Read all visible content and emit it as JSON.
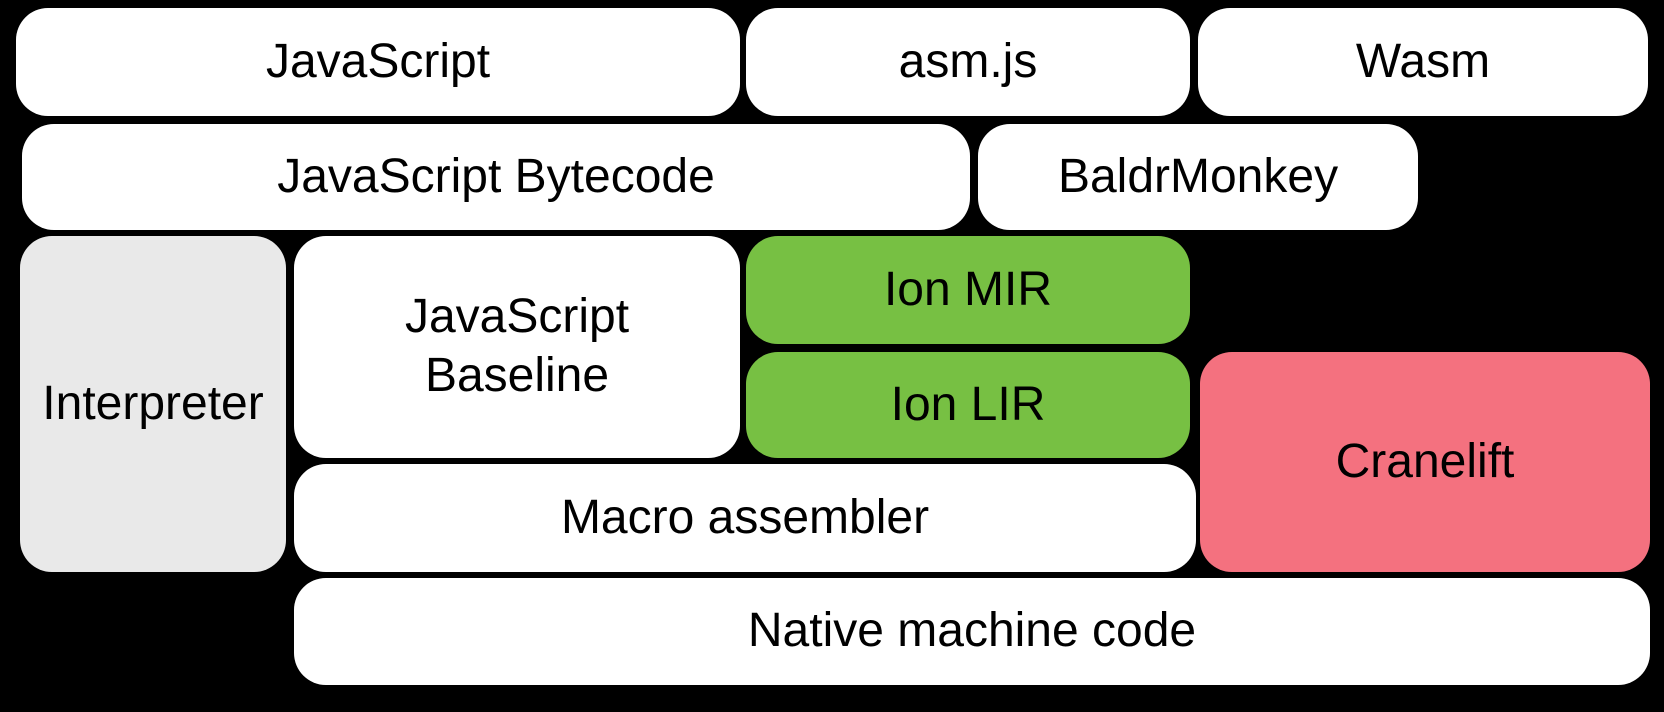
{
  "diagram": {
    "background": "#000000",
    "text_color": "#000000",
    "colors": {
      "white_box": "#ffffff",
      "gray_box": "#e9e9e9",
      "green_box": "#77c043",
      "pink_box": "#f4717f"
    },
    "nodes": {
      "javascript": {
        "label": "JavaScript",
        "fill": "#ffffff"
      },
      "asmjs": {
        "label": "asm.js",
        "fill": "#ffffff"
      },
      "wasm": {
        "label": "Wasm",
        "fill": "#ffffff"
      },
      "bytecode": {
        "label": "JavaScript Bytecode",
        "fill": "#ffffff"
      },
      "baldrmonkey": {
        "label": "BaldrMonkey",
        "fill": "#ffffff"
      },
      "interpreter": {
        "label": "Interpreter",
        "fill": "#e9e9e9"
      },
      "baseline": {
        "label": "JavaScript\nBaseline",
        "fill": "#ffffff"
      },
      "ion_mir": {
        "label": "Ion MIR",
        "fill": "#77c043"
      },
      "ion_lir": {
        "label": "Ion LIR",
        "fill": "#77c043"
      },
      "cranelift": {
        "label": "Cranelift",
        "fill": "#f4717f"
      },
      "macro_assembler": {
        "label": "Macro assembler",
        "fill": "#ffffff"
      },
      "native_machine_code": {
        "label": "Native machine code",
        "fill": "#ffffff"
      }
    }
  }
}
